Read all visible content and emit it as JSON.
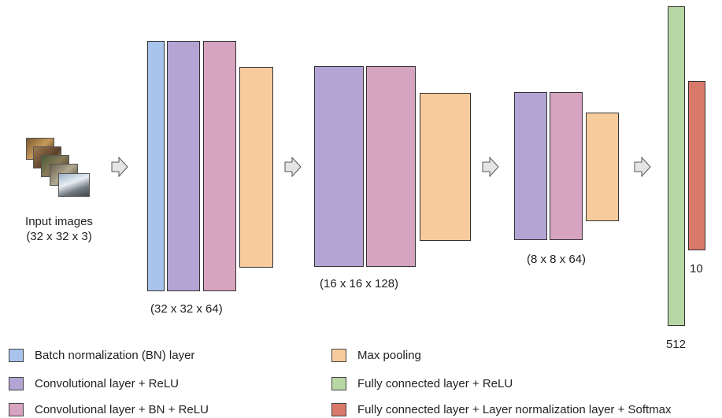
{
  "input": {
    "label_line1": "Input images",
    "label_line2": "(32 x 32 x 3)"
  },
  "stages": {
    "stage1_dims": "(32 x 32 x 64)",
    "stage2_dims": "(16 x 16 x 128)",
    "stage3_dims": "(8 x 8 x 64)",
    "fc1_size": "512",
    "fc2_size": "10"
  },
  "legend": {
    "bn": "Batch normalization (BN) layer",
    "conv": "Convolutional layer + ReLU",
    "conv_bn": "Convolutional layer + BN + ReLU",
    "pool": "Max pooling",
    "fc": "Fully connected layer + ReLU",
    "fc_ln": "Fully connected layer + Layer normalization layer + Softmax"
  },
  "colors": {
    "bn": "#a9c4ec",
    "conv": "#b3a4d4",
    "conv_bn": "#d6a3c0",
    "pool": "#f8cb9c",
    "fc": "#b7d7a5",
    "fc_ln": "#d9796a"
  },
  "icons": [
    "input-image-thumbnails",
    "flow-arrow-icon"
  ]
}
